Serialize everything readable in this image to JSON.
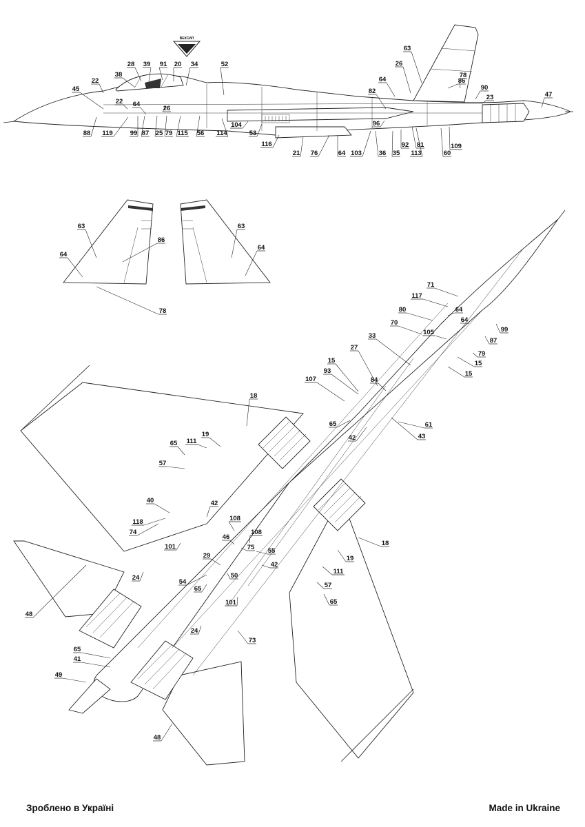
{
  "footer": {
    "left": "Зроблено в Україні",
    "right": "Made in Ukraine"
  },
  "emblem": {
    "text": "ВЕКСИЛ"
  },
  "callouts": {
    "side": [
      "45",
      "22",
      "38",
      "28",
      "39",
      "91",
      "20",
      "34",
      "52",
      "22",
      "64",
      "88",
      "119",
      "99",
      "87",
      "25",
      "79",
      "115",
      "56",
      "26",
      "114",
      "104",
      "53",
      "116",
      "21",
      "76",
      "64",
      "103",
      "36",
      "35",
      "92",
      "81",
      "113",
      "60",
      "109",
      "96",
      "63",
      "26",
      "64",
      "82",
      "86",
      "78",
      "90",
      "23",
      "47"
    ],
    "wings": [
      "63",
      "64",
      "86",
      "63",
      "64",
      "78"
    ],
    "bottom": [
      "71",
      "117",
      "80",
      "64",
      "64",
      "70",
      "105",
      "99",
      "87",
      "79",
      "15",
      "15",
      "33",
      "27",
      "15",
      "93",
      "107",
      "84",
      "18",
      "65",
      "61",
      "42",
      "43",
      "19",
      "111",
      "65",
      "57",
      "40",
      "118",
      "74",
      "42",
      "101",
      "108",
      "46",
      "108",
      "75",
      "55",
      "29",
      "24",
      "54",
      "50",
      "65",
      "42",
      "101",
      "24",
      "73",
      "18",
      "19",
      "111",
      "57",
      "65",
      "48",
      "65",
      "41",
      "49",
      "48"
    ]
  }
}
